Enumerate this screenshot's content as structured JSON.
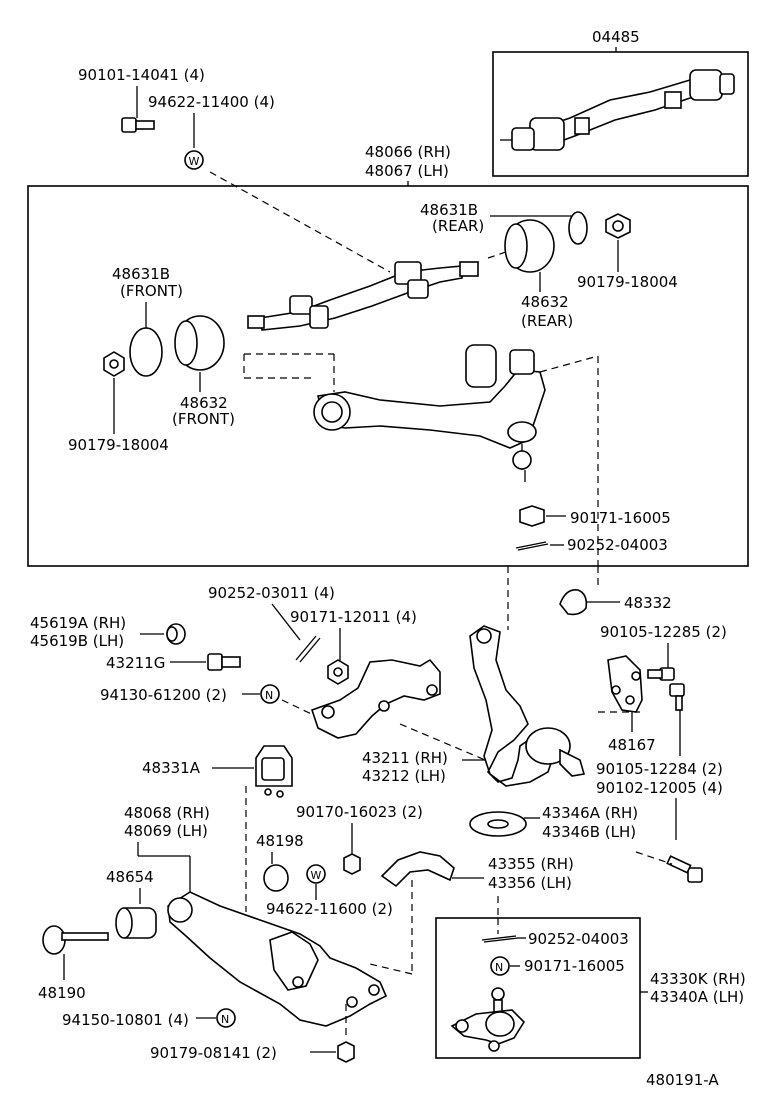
{
  "diagram_id": "480191-A",
  "kit": {
    "part_no": "04485"
  },
  "upper_group": {
    "arm": {
      "rh": "48066 (RH)",
      "lh": "48067 (LH)"
    },
    "bolt_top": "90101-14041 (4)",
    "washer_top": "94622-11400 (4)",
    "bushing_rear": {
      "part": "48631B",
      "note": "(REAR)"
    },
    "nut_rear": "90179-18004",
    "bushing_front": {
      "part": "48631B",
      "note": "(FRONT)"
    },
    "spacer_rear": {
      "part": "48632",
      "note": "(REAR)"
    },
    "spacer_front": {
      "part": "48632",
      "note": "(FRONT)"
    },
    "nut_front": "90179-18004",
    "ball_nut": "90171-16005",
    "cotter_pin": "90252-04003"
  },
  "middle_group": {
    "cotter_pin_2": "90252-03011 (4)",
    "castle_nut_2": "90171-12011 (4)",
    "dust_cover": {
      "rh": "45619A (RH)",
      "lh": "45619B (LH)"
    },
    "bolt_43211g": "43211G",
    "nut_94130": "94130-61200 (2)",
    "bump_stopper": "48332",
    "bolt_12285": "90105-12285 (2)",
    "bracket": "48167",
    "bolt_12284": "90105-12284 (2)",
    "bolt_12005": "90102-12005 (4)",
    "knuckle": {
      "rh": "43211 (RH)",
      "lh": "43212 (LH)"
    },
    "stopper_48331a": "48331A",
    "shim": {
      "rh": "43346A (RH)",
      "lh": "43346B (LH)"
    }
  },
  "lower_group": {
    "arm": {
      "rh": "48068 (RH)",
      "lh": "48069 (LH)"
    },
    "nut_16023": "90170-16023 (2)",
    "bushing_48198": "48198",
    "washer_11600": "94622-11600 (2)",
    "bushing_48654": "48654",
    "cover": {
      "rh": "43355 (RH)",
      "lh": "43356 (LH)"
    },
    "cam_48190": "48190",
    "nut_10801": "94150-10801 (4)",
    "nut_08141": "90179-08141 (2)"
  },
  "ball_joint_box": {
    "cotter_pin": "90252-04003",
    "nut": "90171-16005",
    "ball_joint": {
      "rh": "43330K (RH)",
      "lh": "43340A (LH)"
    }
  },
  "symbols": {
    "w": "W",
    "n": "N"
  }
}
